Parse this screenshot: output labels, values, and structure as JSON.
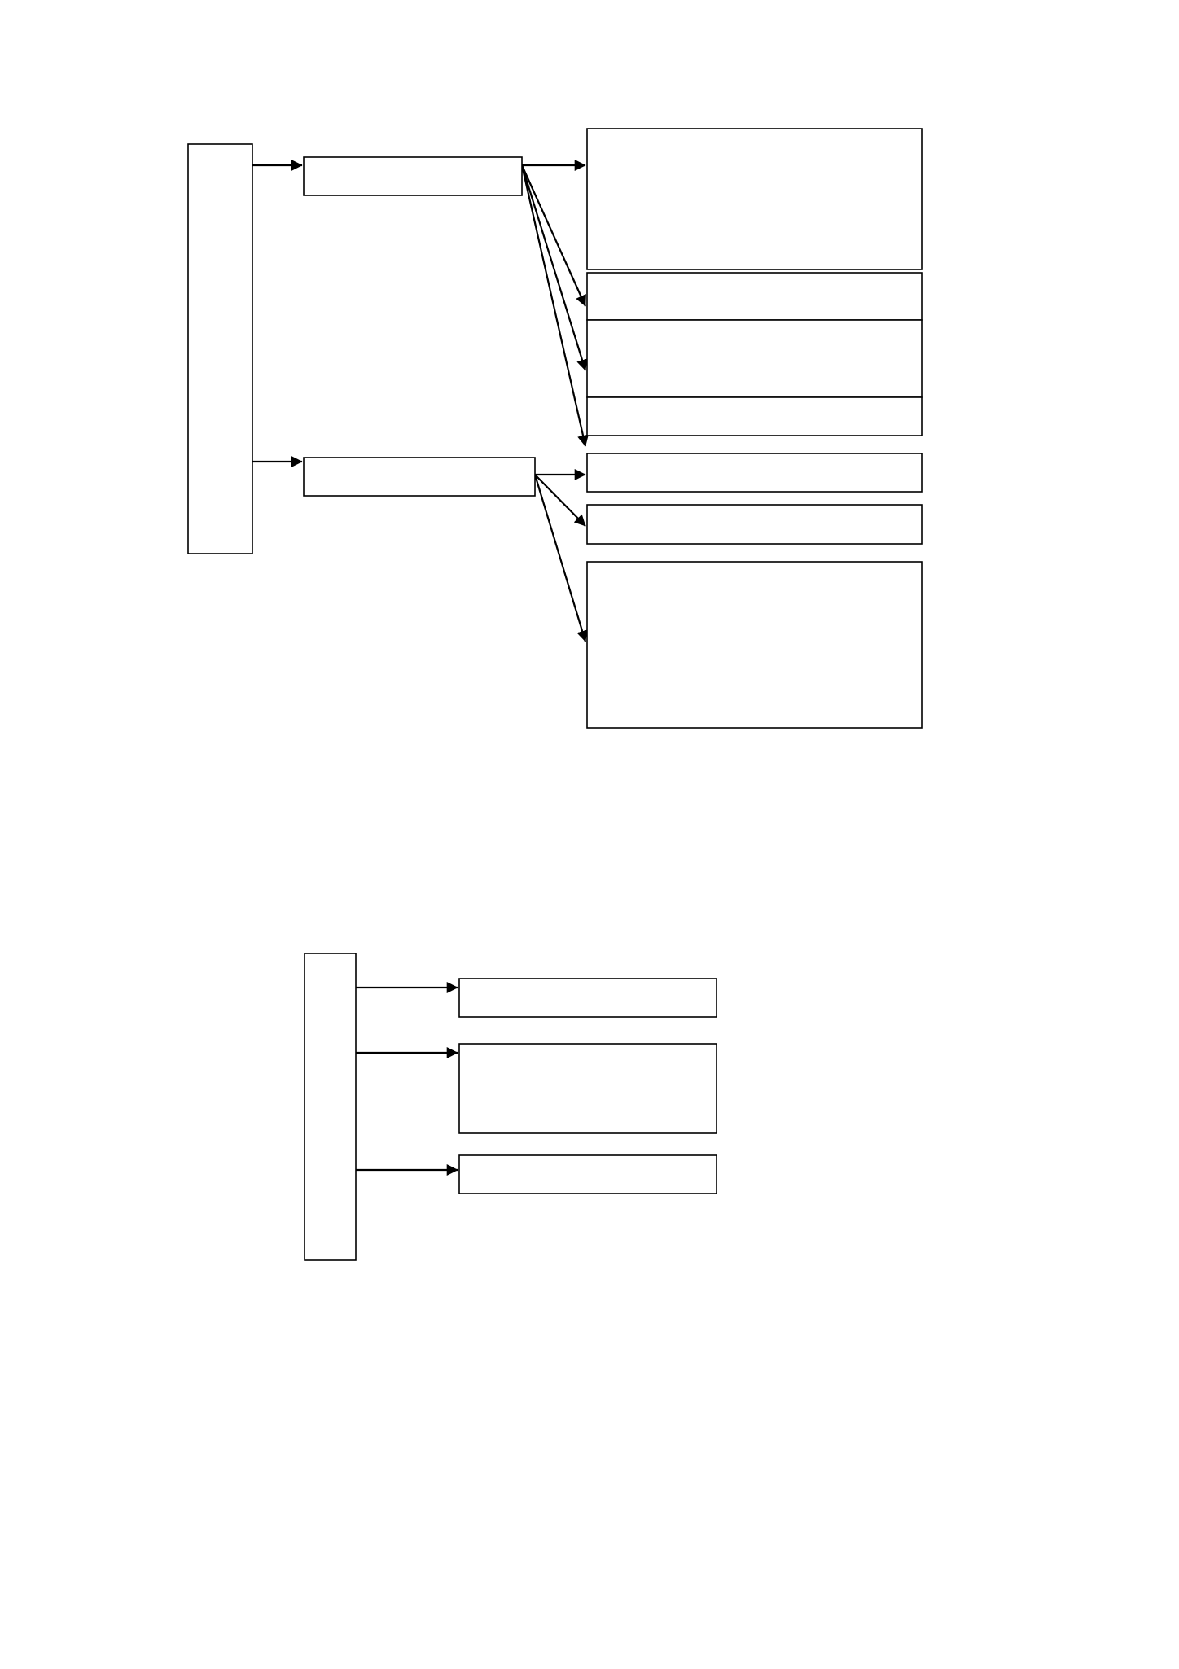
{
  "colors": {
    "background": "#ffffff",
    "stroke": "#000000"
  },
  "diagram_top": {
    "nodes": [
      {
        "id": "root",
        "label": ""
      },
      {
        "id": "branch-a",
        "label": ""
      },
      {
        "id": "branch-b",
        "label": ""
      },
      {
        "id": "leaf-a1",
        "label": ""
      },
      {
        "id": "leaf-a2",
        "label": ""
      },
      {
        "id": "leaf-a3",
        "label": ""
      },
      {
        "id": "leaf-a4",
        "label": ""
      },
      {
        "id": "leaf-b1",
        "label": ""
      },
      {
        "id": "leaf-b2",
        "label": ""
      },
      {
        "id": "leaf-b3",
        "label": ""
      }
    ],
    "edges": [
      {
        "from": "root",
        "to": "branch-a"
      },
      {
        "from": "root",
        "to": "branch-b"
      },
      {
        "from": "branch-a",
        "to": "leaf-a1"
      },
      {
        "from": "branch-a",
        "to": "leaf-a2"
      },
      {
        "from": "branch-a",
        "to": "leaf-a3"
      },
      {
        "from": "branch-a",
        "to": "leaf-a4"
      },
      {
        "from": "branch-b",
        "to": "leaf-b1"
      },
      {
        "from": "branch-b",
        "to": "leaf-b2"
      },
      {
        "from": "branch-b",
        "to": "leaf-b3"
      }
    ]
  },
  "diagram_bottom": {
    "nodes": [
      {
        "id": "root2",
        "label": ""
      },
      {
        "id": "item-1",
        "label": ""
      },
      {
        "id": "item-2",
        "label": ""
      },
      {
        "id": "item-3",
        "label": ""
      }
    ],
    "edges": [
      {
        "from": "root2",
        "to": "item-1"
      },
      {
        "from": "root2",
        "to": "item-2"
      },
      {
        "from": "root2",
        "to": "item-3"
      }
    ]
  }
}
